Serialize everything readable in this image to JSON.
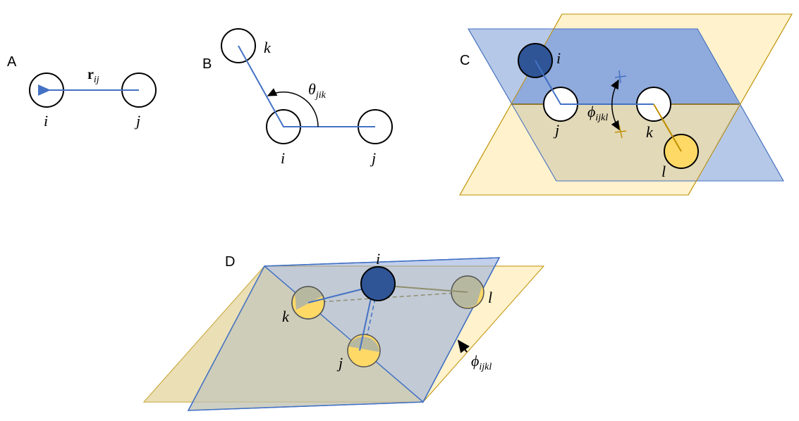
{
  "panels": {
    "a": {
      "label": "A",
      "atoms": {
        "i": "i",
        "j": "j"
      },
      "vector": {
        "symbol": "r",
        "subscript": "ij"
      }
    },
    "b": {
      "label": "B",
      "atoms": {
        "i": "i",
        "j": "j",
        "k": "k"
      },
      "angle": {
        "symbol": "θ",
        "subscript": "jik"
      }
    },
    "c": {
      "label": "C",
      "atoms": {
        "i": "i",
        "j": "j",
        "k": "k",
        "l": "l"
      },
      "dihedral": {
        "symbol": "ϕ",
        "subscript": "ijkl"
      }
    },
    "d": {
      "label": "D",
      "atoms": {
        "i": "i",
        "j": "j",
        "k": "k",
        "l": "l"
      },
      "dihedral": {
        "symbol": "ϕ",
        "subscript": "ijkl"
      }
    }
  },
  "colors": {
    "bond_blue": "#4472c4",
    "bond_gold": "#bf9000",
    "atom_dark_blue": "#2f5597",
    "atom_yellow": "#ffd966",
    "plane_blue": "#8faadc",
    "plane_yellow": "#fff2cc",
    "overlap": "#b4b89a"
  }
}
